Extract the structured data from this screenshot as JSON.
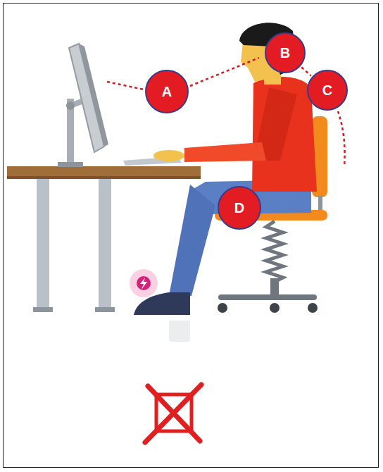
{
  "diagram": {
    "nodes": [
      {
        "text": [
          "A"
        ]
      },
      {
        "text": [
          "B"
        ]
      },
      {
        "text": [
          "C"
        ]
      },
      {
        "text": [
          "D"
        ]
      }
    ],
    "edges": [
      {
        "from": 1,
        "to": 2,
        "arrow": "none"
      }
    ]
  }
}
